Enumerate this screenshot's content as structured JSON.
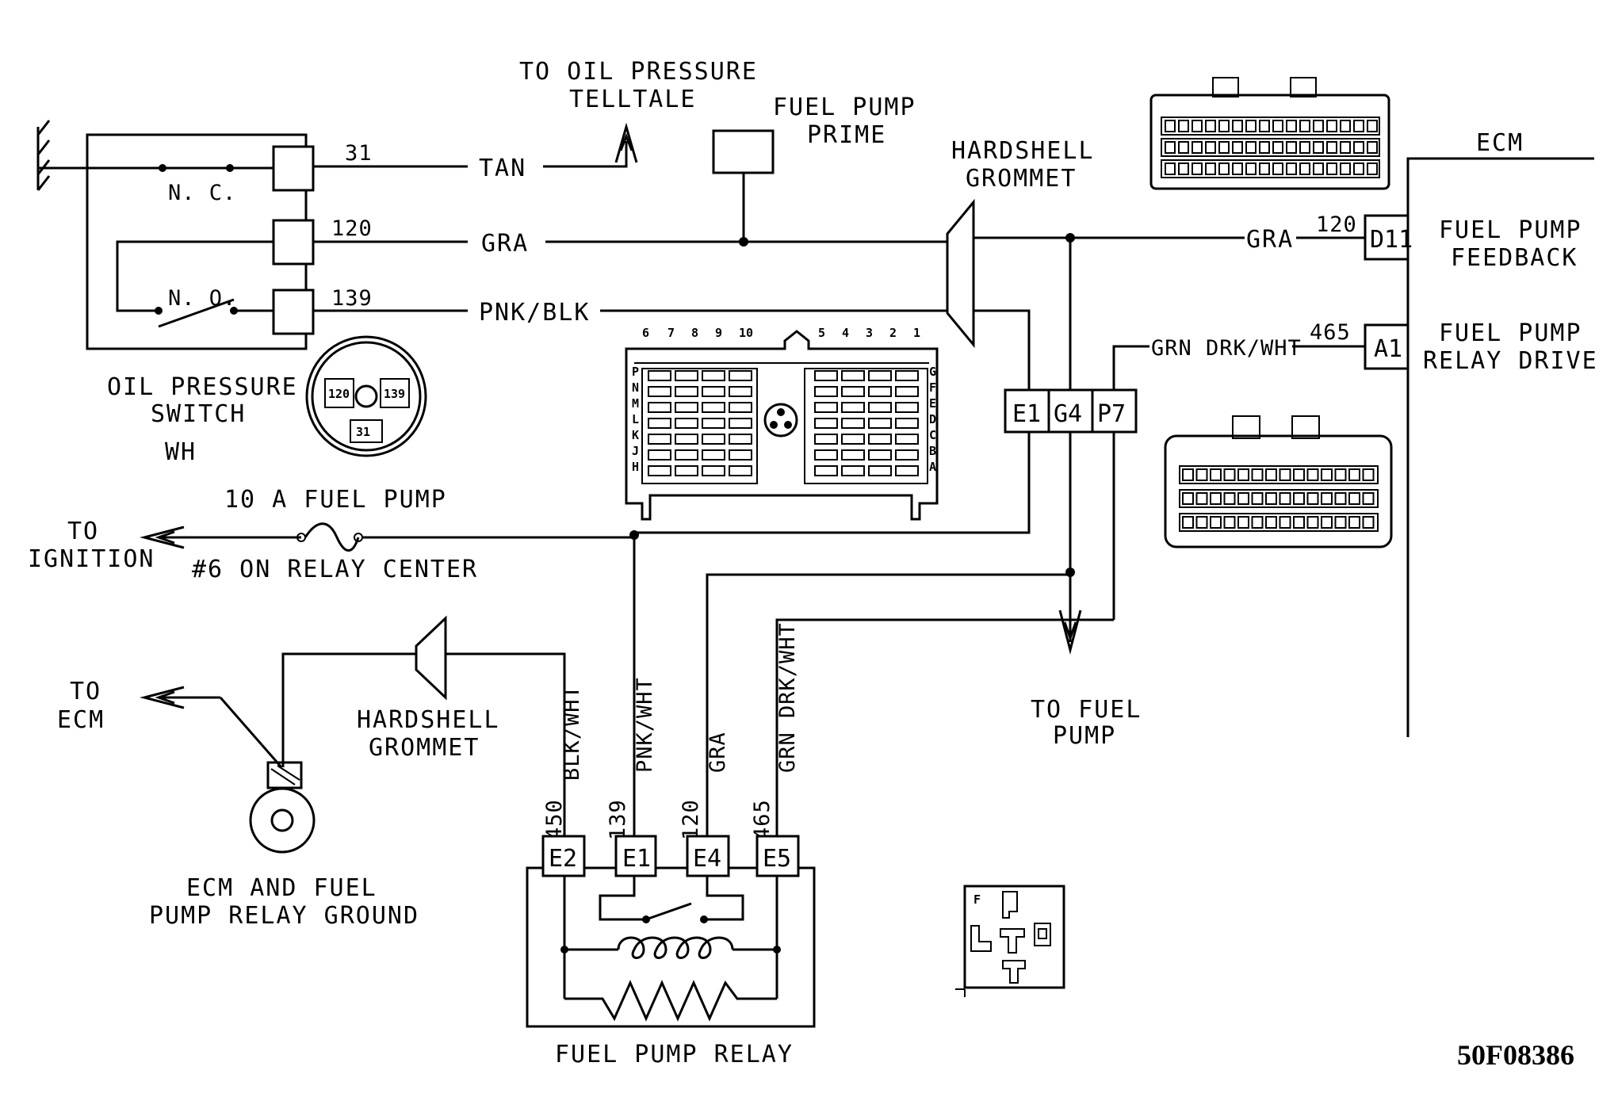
{
  "oil_pressure_switch": {
    "label_line1": "OIL PRESSURE",
    "label_line2": "SWITCH",
    "label_line3": "WH",
    "contact_nc": "N. C.",
    "contact_no": "N. O.",
    "face_pins": [
      "120",
      "139",
      "31"
    ]
  },
  "circuits": {
    "c31": "31",
    "c120": "120",
    "c139": "139",
    "c465": "465",
    "c450": "450"
  },
  "wires": {
    "tan": "TAN",
    "gra": "GRA",
    "pnk_blk": "PNK/BLK",
    "grn_drk_wht": "GRN DRK/WHT",
    "blk_wht": "BLK/WHT",
    "pnk_wht": "PNK/WHT",
    "grn_drk_wht_v": "GRN DRK/WHT"
  },
  "labels": {
    "to_oil_telltale_1": "TO OIL PRESSURE",
    "to_oil_telltale_2": "TELLTALE",
    "fuel_pump_prime_1": "FUEL PUMP",
    "fuel_pump_prime_2": "PRIME",
    "hardshell_1": "HARDSHELL",
    "hardshell_2": "GROMMET",
    "ecm": "ECM",
    "feedback_1": "FUEL PUMP",
    "feedback_2": "FEEDBACK",
    "relay_drive_1": "FUEL PUMP",
    "relay_drive_2": "RELAY DRIVE",
    "fuse": "10 A FUEL PUMP",
    "fuse_location": "#6 ON RELAY CENTER",
    "to_ignition_1": "TO",
    "to_ignition_2": "IGNITION",
    "to_ecm_1": "TO",
    "to_ecm_2": "ECM",
    "ground_1": "ECM AND FUEL",
    "ground_2": "PUMP RELAY GROUND",
    "to_fuel_pump_1": "TO FUEL",
    "to_fuel_pump_2": "PUMP",
    "relay": "FUEL PUMP RELAY",
    "figure_code": "50F08386"
  },
  "ecm_pins": {
    "d11": "D11",
    "a1": "A1"
  },
  "connector_pins": {
    "e1": "E1",
    "g4": "G4",
    "p7": "P7"
  },
  "relay_pins": {
    "e2": "E2",
    "e1": "E1",
    "e4": "E4",
    "e5": "E5"
  },
  "connector_face": {
    "numbers_left": [
      "6",
      "7",
      "8",
      "9",
      "10"
    ],
    "numbers_right": [
      "5",
      "4",
      "3",
      "2",
      "1"
    ],
    "letters_left": [
      "P",
      "N",
      "M",
      "L",
      "K",
      "J",
      "H"
    ],
    "letters_right": [
      "G",
      "F",
      "E",
      "D",
      "C",
      "B",
      "A"
    ]
  },
  "relay_socket_letter": "F"
}
